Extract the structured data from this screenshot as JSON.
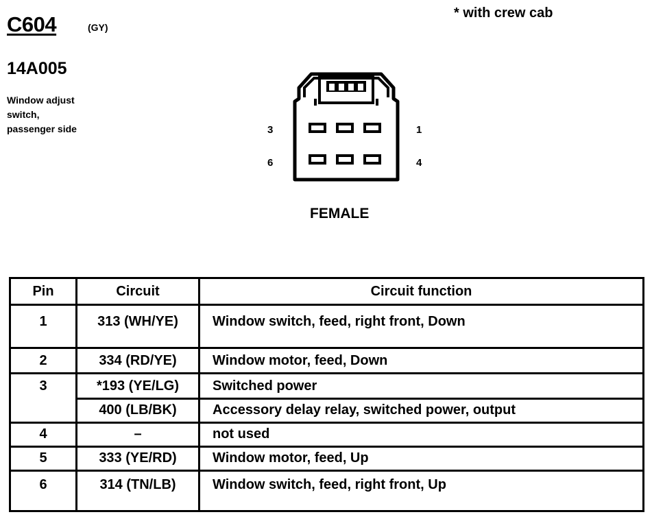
{
  "header": {
    "connector_id": "C604",
    "connector_color": "(GY)",
    "note": "*  with crew cab",
    "part_number": "14A005",
    "description": [
      "Window adjust",
      "switch,",
      "passenger side"
    ]
  },
  "connector": {
    "pin_labels": {
      "top_left": "3",
      "top_right": "1",
      "bottom_left": "6",
      "bottom_right": "4"
    },
    "gender": "FEMALE"
  },
  "table": {
    "headers": {
      "pin": "Pin",
      "circuit": "Circuit",
      "function": "Circuit function"
    },
    "rows": [
      {
        "pin": "1",
        "circuit": "313 (WH/YE)",
        "function": "Window switch, feed, right front, Down"
      },
      {
        "pin": "2",
        "circuit": "334 (RD/YE)",
        "function": "Window motor, feed, Down"
      },
      {
        "pin": "3",
        "circuit": "*193 (YE/LG)",
        "function": "Switched power"
      },
      {
        "pin": "",
        "circuit": "400 (LB/BK)",
        "function": "Accessory delay relay, switched power, output"
      },
      {
        "pin": "4",
        "circuit": "–",
        "function": "not used"
      },
      {
        "pin": "5",
        "circuit": "333 (YE/RD)",
        "function": "Window motor, feed, Up"
      },
      {
        "pin": "6",
        "circuit": "314 (TN/LB)",
        "function": "Window switch, feed, right front, Up"
      }
    ]
  }
}
